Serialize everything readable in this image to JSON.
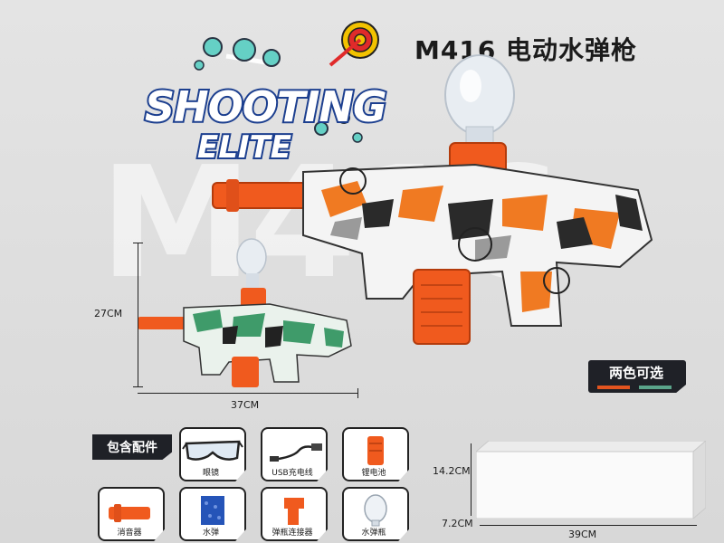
{
  "product": {
    "title": "M416 电动水弹枪",
    "watermark": "M416",
    "logo_line1": "SHOOTING",
    "logo_line2": "ELITE"
  },
  "dimensions": {
    "height": "27CM",
    "width": "37CM",
    "box_height": "14.2CM",
    "box_depth": "7.2CM",
    "box_width": "39CM"
  },
  "color_tag": {
    "label": "两色可选",
    "colors": [
      "#e2541f",
      "#5aa48a"
    ]
  },
  "accessories": {
    "header": "包含配件",
    "items": [
      {
        "label": "眼镜",
        "icon": "goggles-icon"
      },
      {
        "label": "USB充电线",
        "icon": "usb-cable-icon"
      },
      {
        "label": "锂电池",
        "icon": "battery-icon"
      },
      {
        "label": "消音器",
        "icon": "silencer-icon"
      },
      {
        "label": "水弹",
        "icon": "gel-balls-icon"
      },
      {
        "label": "弹瓶连接器",
        "icon": "connector-icon"
      },
      {
        "label": "水弹瓶",
        "icon": "bottle-icon"
      }
    ]
  },
  "colors": {
    "orange": "#f05a1e",
    "green": "#3f9b6a",
    "dark": "#1f2127",
    "logo_blue": "#1c3f8f"
  }
}
